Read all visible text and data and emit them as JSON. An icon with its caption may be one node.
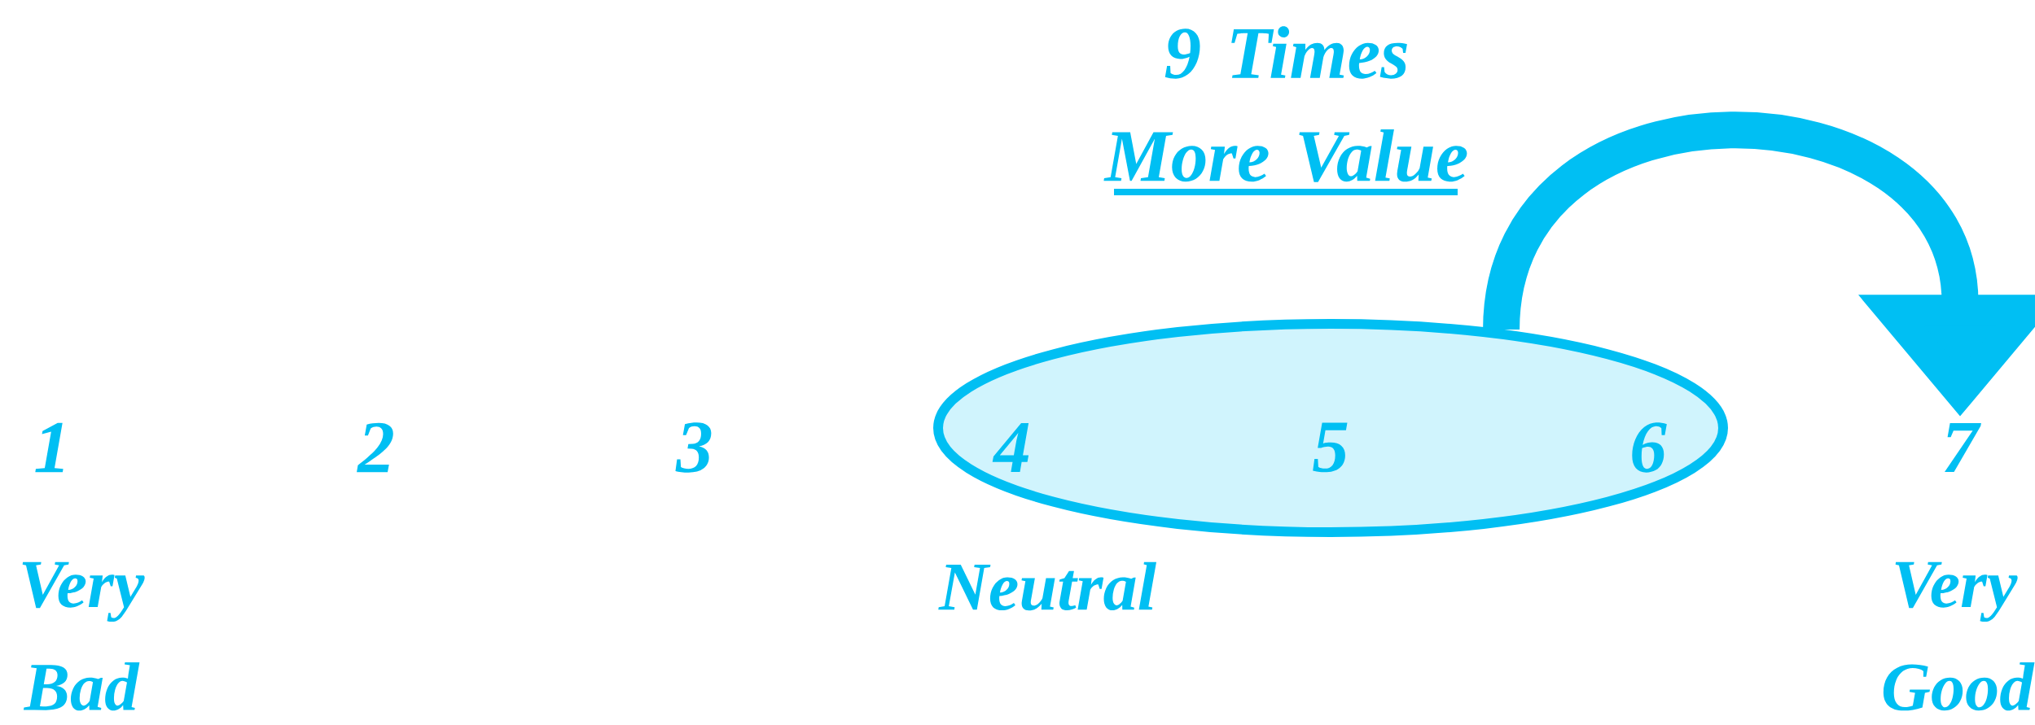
{
  "diagram": {
    "nodes": [
      {
        "text": [
          "1"
        ],
        "beside": [
          "Very Bad"
        ]
      },
      {
        "text": [
          "2"
        ]
      },
      {
        "text": [
          "3"
        ]
      },
      {
        "text": [],
        "shape": "ellipse"
      },
      {
        "text": [
          "4"
        ],
        "in": 3,
        "beside": [
          "Neutral"
        ]
      },
      {
        "text": [
          "5"
        ],
        "in": 3
      },
      {
        "text": [
          "6"
        ],
        "in": 3
      },
      {
        "text": [
          "7"
        ],
        "beside": [
          "Very Good"
        ]
      }
    ],
    "edges": [
      {
        "from": 3,
        "to": 7,
        "arrow": "to",
        "label": "9 Times More Value"
      }
    ]
  }
}
